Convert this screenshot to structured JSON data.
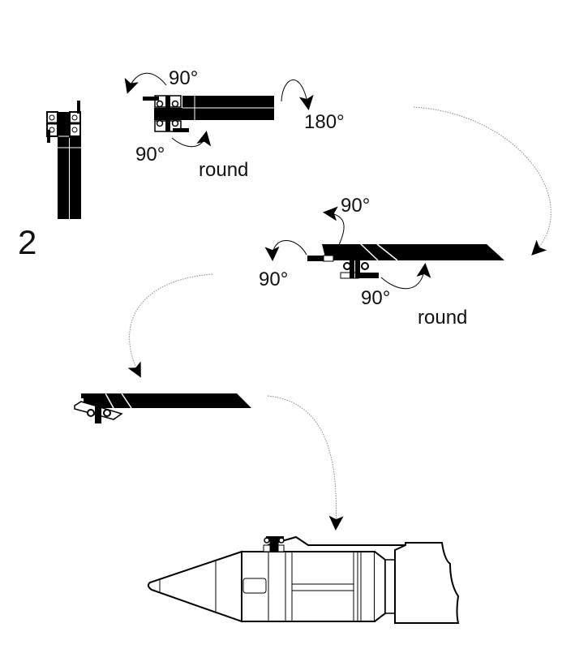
{
  "step_number": "2",
  "labels": {
    "part_a_top": "90°",
    "part_a_bottom": "90°",
    "part_a_flip": "180°",
    "part_a_round": "round",
    "part_b_top": "90°",
    "part_b_left": "90°",
    "part_b_bottom": "90°",
    "part_b_round": "round"
  },
  "colors": {
    "ink": "#000000",
    "paper": "#ffffff",
    "guide": "#888888"
  }
}
